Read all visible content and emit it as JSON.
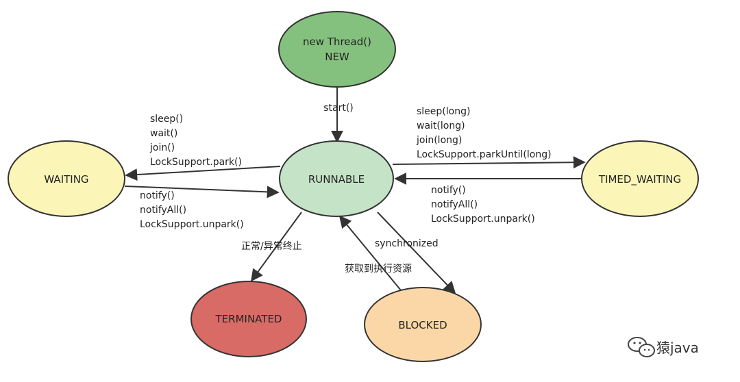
{
  "nodes": {
    "new": {
      "line1": "new Thread()",
      "line2": "NEW",
      "fill": "#85c17e"
    },
    "runnable": {
      "label": "RUNNABLE",
      "fill": "#c5e3c7"
    },
    "waiting": {
      "label": "WAITING",
      "fill": "#fcf5b8"
    },
    "timed": {
      "label": "TIMED_WAITING",
      "fill": "#fcf5b8"
    },
    "terminated": {
      "label": "TERMINATED",
      "fill": "#d86b66"
    },
    "blocked": {
      "label": "BLOCKED",
      "fill": "#fbd7a7"
    }
  },
  "edges": {
    "start": "start()",
    "to_waiting": [
      "sleep()",
      "wait()",
      "join()",
      "LockSupport.park()"
    ],
    "from_waiting": [
      "notify()",
      "notifyAll()",
      "LockSupport.unpark()"
    ],
    "to_timed": [
      "sleep(long)",
      "wait(long)",
      "join(long)",
      "LockSupport.parkUntil(long)"
    ],
    "from_timed": [
      "notify()",
      "notifyAll()",
      "LockSupport.unpark()"
    ],
    "to_terminated": "正常/异常终止",
    "to_blocked": "synchronized",
    "from_blocked": "获取到执行资源"
  },
  "watermark": {
    "text": "猿java",
    "icon": "wechat-icon"
  }
}
